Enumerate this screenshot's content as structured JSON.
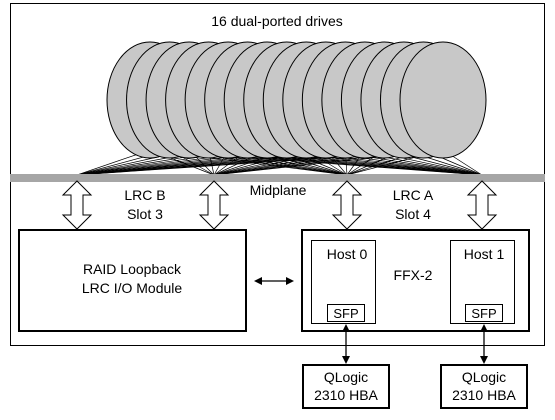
{
  "diagram": {
    "drives_title": "16 dual-ported drives",
    "drive_count": 16,
    "midplane_label": "Midplane",
    "lrc_b": {
      "line1": "LRC B",
      "line2": "Slot 3"
    },
    "lrc_a": {
      "line1": "LRC A",
      "line2": "Slot 4"
    },
    "raid_module": {
      "line1": "RAID Loopback",
      "line2": "LRC I/O Module"
    },
    "ffx": {
      "label": "FFX-2",
      "host0": {
        "label": "Host 0",
        "sfp": "SFP"
      },
      "host1": {
        "label": "Host 1",
        "sfp": "SFP"
      }
    },
    "hba_left": {
      "line1": "QLogic",
      "line2": "2310 HBA"
    },
    "hba_right": {
      "line1": "QLogic",
      "line2": "2310 HBA"
    },
    "colors": {
      "drive_fill": "#c8c8c8",
      "midplane": "#a6a6a6",
      "stroke": "#000000",
      "background": "#ffffff"
    }
  }
}
